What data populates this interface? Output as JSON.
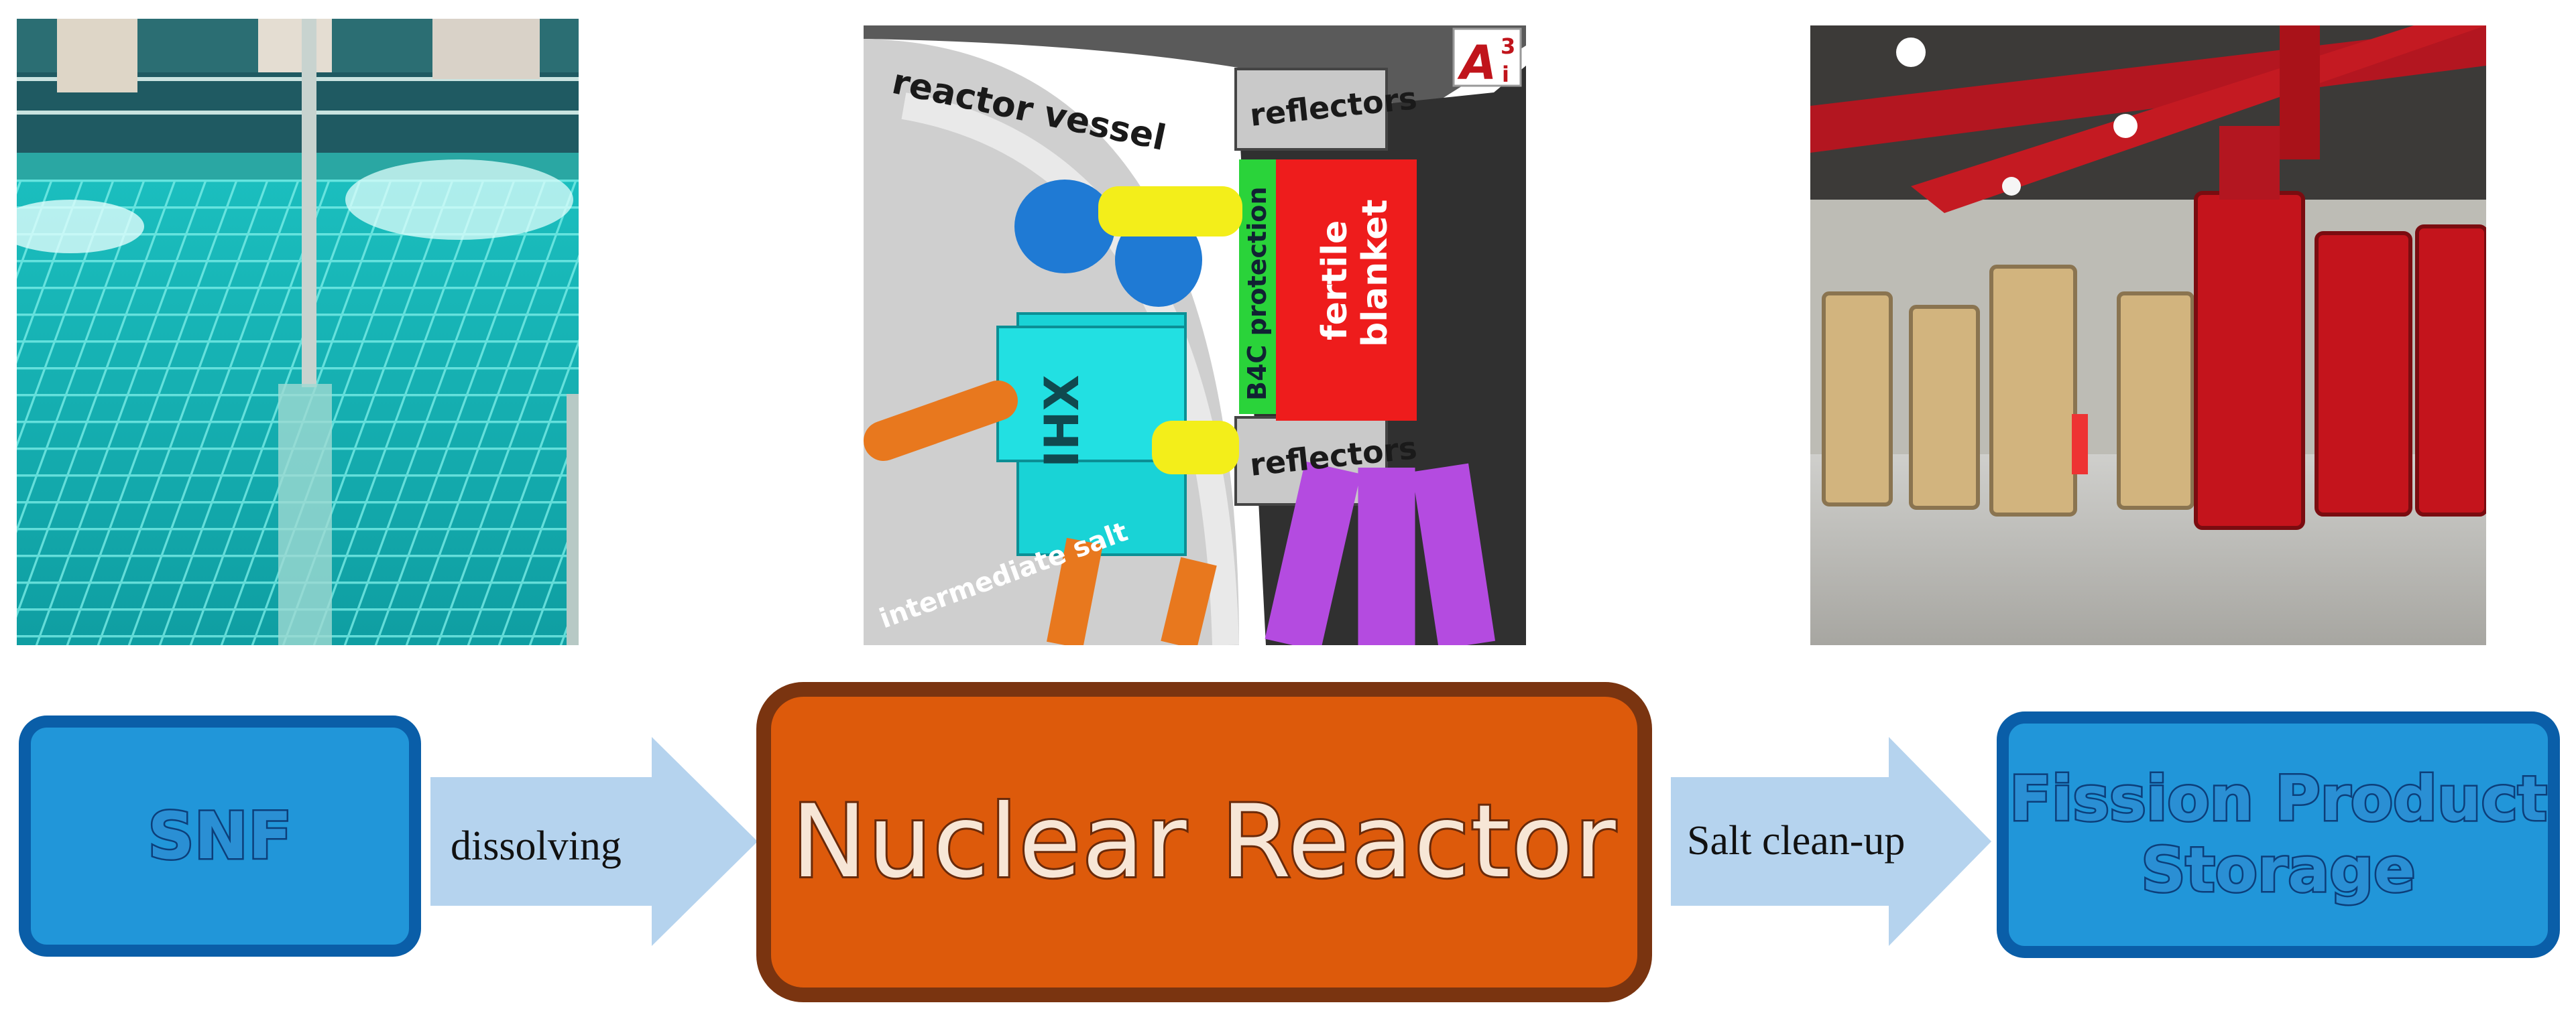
{
  "photos": {
    "left_alt": "",
    "center": {
      "reactor_vessel": "reactor vessel",
      "reflectors_top": "reflectors",
      "reflectors_bottom": "reflectors",
      "protection": "B4C protection",
      "blanket_line1": "fertile",
      "blanket_line2": "blanket",
      "ihx": "IHX",
      "intermediate_salt": "intermediate salt",
      "logo_letter": "A",
      "logo_sup": "3",
      "logo_sub": "i"
    }
  },
  "flow": {
    "snf": "SNF",
    "arrow1": "dissolving",
    "reactor": "Nuclear Reactor",
    "arrow2": "Salt clean-up",
    "storage_line1": "Fission Product",
    "storage_line2": "Storage"
  },
  "colors": {
    "box_blue": "#2196d9",
    "box_blue_border": "#0a5ea8",
    "reactor_orange": "#dd5a0b",
    "arrow_blue": "#b5d3ee"
  }
}
